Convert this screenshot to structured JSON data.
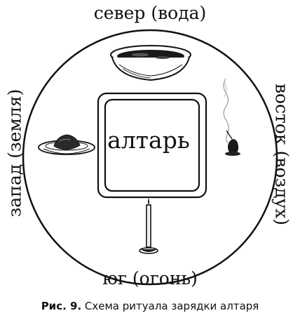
{
  "directions": {
    "north": "север (вода)",
    "south": "юг (огонь)",
    "west": "запад (земля)",
    "east": "восток (воздух)"
  },
  "altar": {
    "label": "алтарь"
  },
  "caption": {
    "prefix": "Рис. 9.",
    "text": " Схема ритуала зарядки алтаря"
  },
  "icons": [
    "water-bowl-icon",
    "earth-plate-icon",
    "incense-icon",
    "candle-icon"
  ],
  "colors": {
    "ink": "#111111",
    "background": "#ffffff"
  }
}
